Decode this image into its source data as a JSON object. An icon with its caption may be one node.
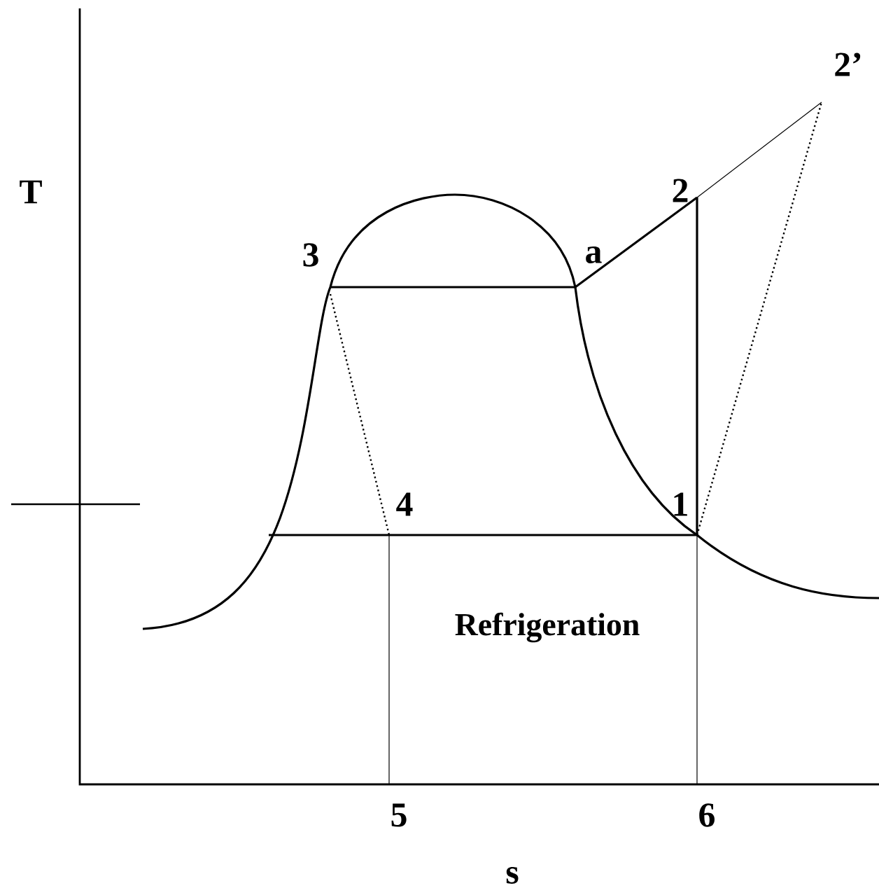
{
  "diagram": {
    "labels": [
      "T",
      "3",
      "a",
      "2",
      "2’",
      "4",
      "1",
      "Refrigeration",
      "5",
      "6",
      "s"
    ]
  }
}
